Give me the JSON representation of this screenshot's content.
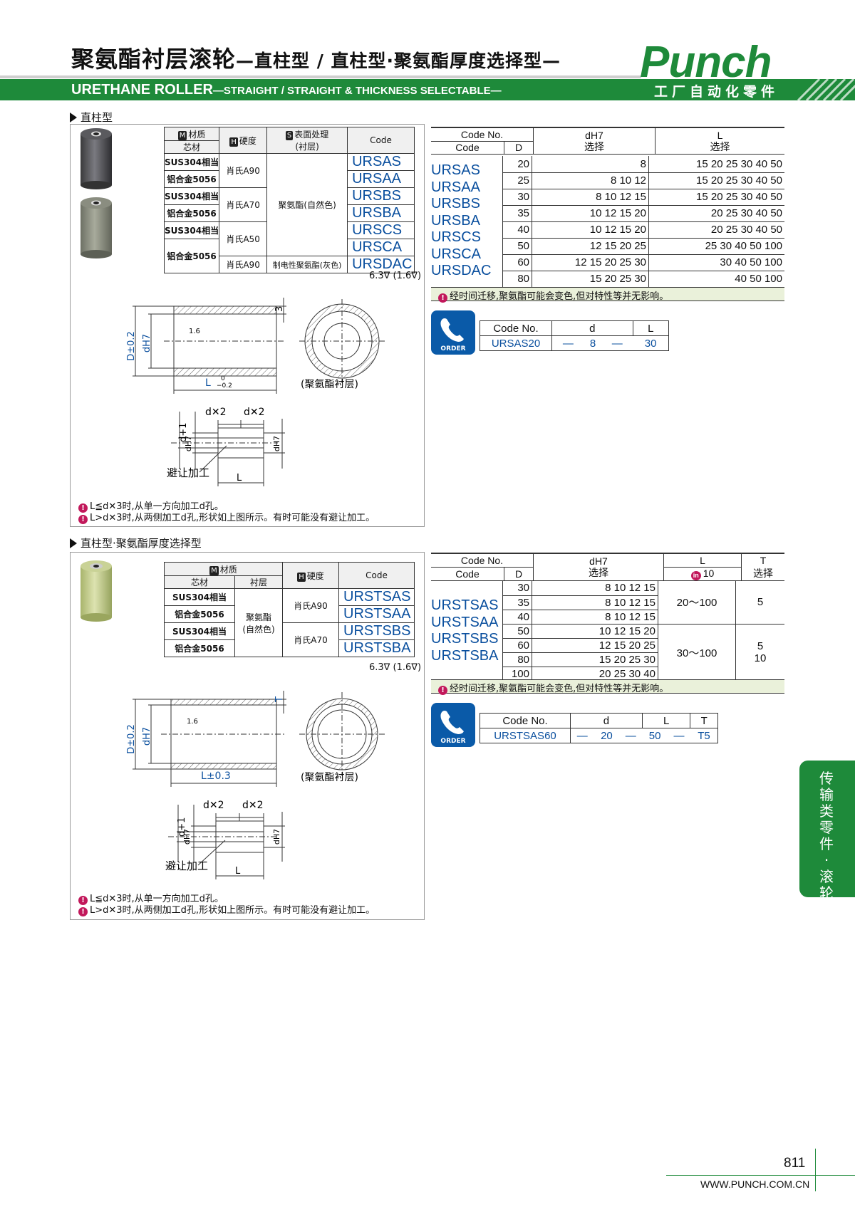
{
  "header": {
    "title_cn": "聚氨酯衬层滚轮",
    "subtitle_cn": "—直柱型 / 直柱型·聚氨酯厚度选择型—",
    "title_en": "URETHANE ROLLER",
    "subtitle_en": "—STRAIGHT / STRAIGHT & THICKNESS SELECTABLE—",
    "brand": "Punch",
    "brand_tag": "工厂自动化零件",
    "brand_color": "#1e8a3a"
  },
  "section1": {
    "heading": "直柱型",
    "mat_header": {
      "material": "材质",
      "core": "芯材",
      "hardness": "硬度",
      "surface": "表面处理",
      "surface_sub": "(衬层)",
      "code": "Code",
      "m_tag": "M",
      "h_tag": "H",
      "s_tag": "S"
    },
    "mat_rows": [
      {
        "core": "SUS304相当",
        "code": "URSAS"
      },
      {
        "core": "铝合金5056",
        "code": "URSAA"
      },
      {
        "core": "SUS304相当",
        "code": "URSBS"
      },
      {
        "core": "铝合金5056",
        "code": "URSBA"
      },
      {
        "core": "SUS304相当",
        "code": "URSCS"
      },
      {
        "core": "",
        "code": "URSCA"
      },
      {
        "core": "",
        "code": "URSDAC"
      }
    ],
    "core_last": "铝合金5056",
    "hardness": [
      "肖氏A90",
      "肖氏A70",
      "肖氏A50",
      "肖氏A90"
    ],
    "surface_main": "聚氨酯(自然色)",
    "surface_last": "制电性聚氨酯(灰色)",
    "roughness": "6.3∇ (1.6∇)",
    "data_header": {
      "code_no": "Code No.",
      "code": "Code",
      "D": "D",
      "dh7": "dH7",
      "select": "选择",
      "L": "L"
    },
    "codes": [
      "URSAS",
      "URSAA",
      "URSBS",
      "URSBA",
      "URSCS",
      "URSCA",
      "URSDAC"
    ],
    "rows": [
      {
        "D": "20",
        "d": "8",
        "L": "15  20  25  30  40  50"
      },
      {
        "D": "25",
        "d": "8  10  12",
        "L": "15  20  25  30  40  50"
      },
      {
        "D": "30",
        "d": "8  10  12 15",
        "L": "15  20  25  30  40  50"
      },
      {
        "D": "35",
        "d": "10  12 15 20",
        "L": "20  25  30  40  50"
      },
      {
        "D": "40",
        "d": "10  12 15 20",
        "L": "20  25  30  40  50"
      },
      {
        "D": "50",
        "d": "12  15 20 25",
        "L": "25  30  40  50  100"
      },
      {
        "D": "60",
        "d": "12 15 20 25 30",
        "L": "30  40  50  100"
      },
      {
        "D": "80",
        "d": "15 20 25 30",
        "L": "40  50  100"
      }
    ],
    "warn": "经时间迁移,聚氨酯可能会变色,但对特性等并无影响。",
    "order": {
      "icon_label": "ORDER",
      "h": [
        "Code No.",
        "d",
        "L"
      ],
      "v": [
        "URSAS20",
        "—",
        "8",
        "—",
        "30"
      ]
    },
    "drawing": {
      "D": "D±0.2",
      "dh7": "dH7",
      "r16": "1.6",
      "t": "3",
      "L": "L",
      "Ltol_top": "0",
      "Ltol_bot": "−0.2",
      "liner": "(聚氨酯衬层)",
      "dx2a": "d✕2",
      "dx2b": "d✕2",
      "dh7b": "dH7",
      "dplus": "d+1",
      "relief": "避让加工",
      "Lb": "L"
    },
    "notes": [
      "L≦d✕3时,从单一方向加工d孔。",
      "L>d✕3时,从两侧加工d孔,形状如上图所示。有时可能没有避让加工。"
    ]
  },
  "section2": {
    "heading": "直柱型·聚氨酯厚度选择型",
    "mat_header": {
      "material": "材质",
      "core": "芯材",
      "liner": "衬层",
      "hardness": "硬度",
      "code": "Code",
      "m_tag": "M",
      "h_tag": "H"
    },
    "mat_rows": [
      {
        "core": "SUS304相当",
        "code": "URSTSAS"
      },
      {
        "core": "铝合金5056",
        "code": "URSTSAA"
      },
      {
        "core": "SUS304相当",
        "code": "URSTSBS"
      },
      {
        "core": "铝合金5056",
        "code": "URSTSBA"
      }
    ],
    "liner_val": "聚氨酯(自然色)",
    "hardness": [
      "肖氏A90",
      "肖氏A70"
    ],
    "roughness": "6.3∇ (1.6∇)",
    "data_header": {
      "code_no": "Code No.",
      "code": "Code",
      "D": "D",
      "dh7": "dH7",
      "select": "选择",
      "L": "L",
      "in": "in",
      "in_val": "10",
      "T": "T",
      "Tsel": "选择"
    },
    "codes": [
      "URSTSAS",
      "URSTSAA",
      "URSTSBS",
      "URSTSBA"
    ],
    "rows": [
      {
        "D": "30",
        "d": "8  10  12 15"
      },
      {
        "D": "35",
        "d": "8  10  12 15"
      },
      {
        "D": "40",
        "d": "8  10  12 15"
      },
      {
        "D": "50",
        "d": "10  12 15 20"
      },
      {
        "D": "60",
        "d": "12 15 20 25"
      },
      {
        "D": "80",
        "d": "15 20 25 30"
      },
      {
        "D": "100",
        "d": "20 25 30 40"
      }
    ],
    "L_ranges": [
      "20～100",
      "30～100"
    ],
    "T_vals": [
      "5",
      "5\n10"
    ],
    "warn": "经时间迁移,聚氨酯可能会变色,但对特性等并无影响。",
    "order": {
      "icon_label": "ORDER",
      "h": [
        "Code No.",
        "d",
        "L",
        "T"
      ],
      "v": [
        "URSTSAS60",
        "—",
        "20",
        "—",
        "50",
        "—",
        "T5"
      ]
    },
    "drawing": {
      "D": "D±0.2",
      "dh7": "dH7",
      "r16": "1.6",
      "t": "T",
      "L": "L±0.3",
      "liner": "(聚氨酯衬层)",
      "dx2a": "d✕2",
      "dx2b": "d✕2",
      "dh7b": "dH7",
      "dplus": "d+1",
      "relief": "避让加工",
      "Lb": "L"
    },
    "notes": [
      "L≦d✕3时,从单一方向加工d孔。",
      "L>d✕3时,从两侧加工d孔,形状如上图所示。有时可能没有避让加工。"
    ]
  },
  "side_tab": "传输类零件·滚轮",
  "footer": {
    "page": "811",
    "url": "WWW.PUNCH.COM.CN"
  }
}
